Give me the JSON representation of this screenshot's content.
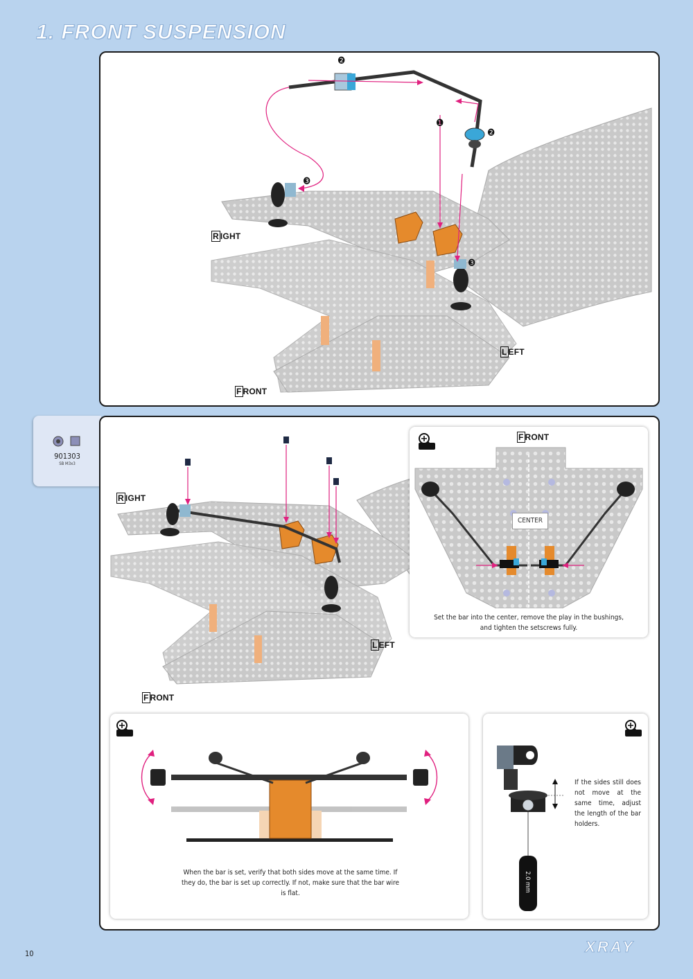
{
  "section": {
    "title": "1. FRONT SUSPENSION"
  },
  "step1": {
    "labels": {
      "right": "RIGHT",
      "left": "LEFT",
      "front": "FRONT"
    },
    "callouts": [
      "❶",
      "❷",
      "❷",
      "❸",
      "❸"
    ]
  },
  "parts": {
    "code": "901303",
    "description": "SB M3x3"
  },
  "step2": {
    "labels": {
      "right": "RIGHT",
      "left": "LEFT",
      "front": "FRONT"
    }
  },
  "detail_center": {
    "front_label": "FRONT",
    "center_label": "CENTER",
    "caption": "Set the bar into the center, remove the play in the bushings, and tighten the setscrews fully."
  },
  "detail_sides": {
    "caption": "When the bar is set, verify that both sides move at the same time. If they do, the bar is set up correctly. If not, make sure that the bar wire is flat."
  },
  "detail_holder": {
    "caption": "If the sides still does not move at the same time, adjust the length of the bar holders.",
    "tool_label": "2.0 mm"
  },
  "detail_icon_text": "DETAIL",
  "footer": {
    "page_number": "10",
    "brand": "XRAY"
  },
  "colors": {
    "background": "#b9d3ee",
    "accent_arrow": "#e0207f",
    "orange_part": "#e58a2c",
    "carbon_gray": "#c6c6c6",
    "blue_bushing": "#3aa7d8"
  }
}
